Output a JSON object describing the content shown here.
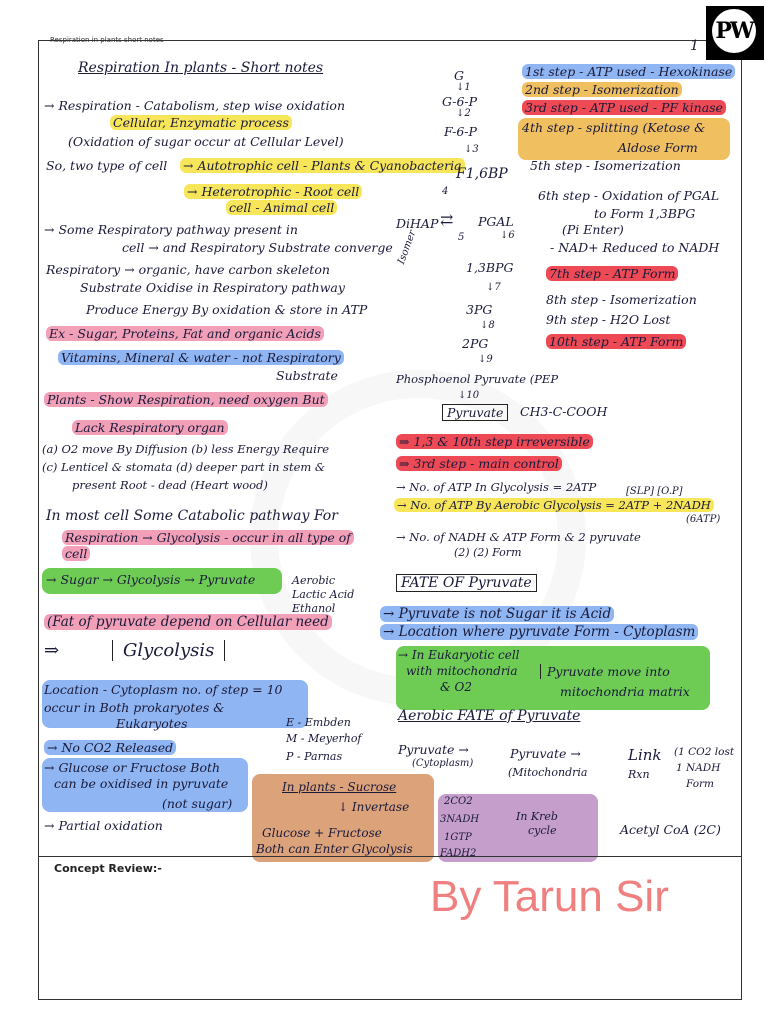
{
  "header": {
    "strip": "Respiration in plants short notes",
    "page_number": "1"
  },
  "title": "Respiration In plants - Short notes",
  "left_notes": [
    "→ Respiration - Catabolism, step wise oxidation",
    "Cellular, Enzymatic process",
    "(Oxidation of sugar occur at Cellular Level)",
    "So, two type of cell",
    "→ Autotrophic cell - Plants & Cyanobacteria",
    "→ Heterotrophic - Root cell",
    "cell - Animal cell",
    "→ Some Respiratory pathway present in",
    "cell → and Respiratory Substrate converge",
    "Respiratory → organic, have carbon skeleton",
    "Substrate Oxidise in Respiratory pathway",
    "Produce Energy By oxidation & store in ATP",
    "Ex - Sugar, Proteins, Fat and organic Acids",
    "Vitamins, Mineral & water - not Respiratory",
    "Substrate",
    "Plants - Show Respiration, need oxygen But",
    "Lack Respiratory organ",
    "(a) O2 move By Diffusion (b) less Energy Require",
    "(c) Lenticel & stomata (d) deeper part in stem &",
    "present Root - dead (Heart wood)",
    "In most cell Some Catabolic pathway For",
    "Respiration → Glycolysis - occur in all type of",
    "cell",
    "→ Sugar → Glycolysis → Pyruvate",
    "Aerobic",
    "Lactic Acid",
    "Ethanol",
    "(Fat of pyruvate depend on Cellular need",
    "⇒",
    "Glycolysis",
    "Location - Cytoplasm   no. of step = 10",
    "occur in Both prokaryotes &",
    "Eukaryotes",
    "→ No CO2 Released",
    "→ Glucose or Fructose Both",
    "can be oxidised in pyruvate",
    "(not sugar)",
    "→ Partial oxidation"
  ],
  "pathway": {
    "nodes": [
      "G",
      "↓1",
      "G-6-P",
      "↓2",
      "F-6-P",
      "↓3",
      "F1,6BP",
      "4",
      "DiHAP",
      "⇄",
      "PGAL",
      "5",
      "↓6",
      "1,3BPG",
      "↓7",
      "3PG",
      "↓8",
      "2PG",
      "↓9",
      "Phosphoenol Pyruvate (PEP",
      "↓10",
      "Pyruvate",
      "CH3-C-COOH",
      "Isomer"
    ]
  },
  "steps": [
    "1st step - ATP used - Hexokinase",
    "2nd step - Isomerization",
    "3rd step - ATP used - PF kinase",
    "4th step - splitting (Ketose &",
    "Aldose Form",
    "5th step - Isomerization",
    "6th step - Oxidation of PGAL",
    "to Form 1,3BPG",
    "(Pi Enter)",
    "- NAD+ Reduced to NADH",
    "7th step - ATP Form",
    "8th step - Isomerization",
    "9th step - H2O Lost",
    "10th step - ATP Form"
  ],
  "right_notes": [
    "⇒ 1,3 & 10th step irreversible",
    "⇒ 3rd step - main control",
    "→ No. of ATP In Glycolysis = 2ATP",
    "[SLP]   [O.P]",
    "→ No. of ATP By Aerobic Glycolysis = 2ATP + 2NADH",
    "(6ATP)",
    "→ No. of NADH & ATP Form & 2 pyruvate",
    "(2)        (2)            Form",
    "FATE OF Pyruvate",
    "→ Pyruvate is not Sugar it is Acid",
    "→ Location where pyruvate Form - Cytoplasm",
    "→ In Eukaryotic cell",
    "with mitochondria",
    "& O2",
    "Pyruvate move into",
    "mitochondria matrix",
    "Aerobic FATE of Pyruvate",
    "E - Embden",
    "M - Meyerhof",
    "P - Parnas",
    "Pyruvate →",
    "(Cytoplasm)",
    "Pyruvate →",
    "(Mitochondria",
    "Link",
    "Rxn",
    "(1 CO2 lost",
    "1 NADH",
    "Form",
    "In plants - Sucrose",
    "↓ Invertase",
    "Glucose + Fructose",
    "Both can Enter Glycolysis",
    "2CO2",
    "3NADH",
    "1GTP",
    "FADH2",
    "In Kreb",
    "cycle",
    "Acetyl CoA (2C)"
  ],
  "footer": {
    "concept": "Concept Review:-",
    "author": "By Tarun Sir"
  },
  "colors": {
    "yellow": "#f7e65a",
    "blue": "#8fb6f2",
    "red": "#ee4a55",
    "green": "#6ecb54",
    "pink": "#f2a0b8",
    "orange": "#f0c060",
    "purple": "#c59ecb",
    "tan": "#dca27a"
  }
}
